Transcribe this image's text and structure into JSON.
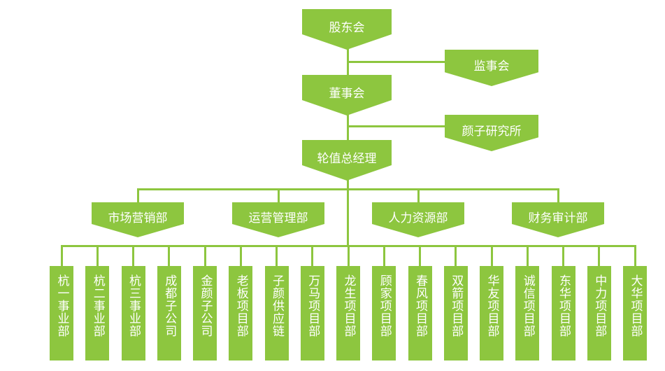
{
  "colors": {
    "node": "#8dc63f",
    "line": "#8dc63f",
    "text": "#ffffff"
  },
  "main_chain": [
    {
      "id": "shareholders",
      "label": "股东会"
    },
    {
      "id": "board",
      "label": "董事会"
    },
    {
      "id": "rotating-gm",
      "label": "轮值总经理"
    }
  ],
  "side_nodes": [
    {
      "id": "supervisors",
      "label": "监事会"
    },
    {
      "id": "research",
      "label": "颜子研究所"
    }
  ],
  "departments": [
    {
      "id": "marketing",
      "label": "市场营销部"
    },
    {
      "id": "operations",
      "label": "运营管理部"
    },
    {
      "id": "hr",
      "label": "人力资源部"
    },
    {
      "id": "finance",
      "label": "财务审计部"
    }
  ],
  "units": [
    "杭一事业部",
    "杭二事业部",
    "杭三事业部",
    "成都子公司",
    "金颜子公司",
    "老板项目部",
    "子颜供应链",
    "万马项目部",
    "龙生项目部",
    "顾家项目部",
    "春风项目部",
    "双箭项目部",
    "华友项目部",
    "诚信项目部",
    "东华项目部",
    "中力项目部",
    "大华项目部"
  ]
}
